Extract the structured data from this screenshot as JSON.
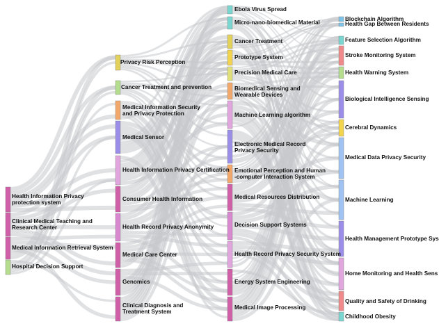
{
  "chart_data": {
    "type": "sankey",
    "columns": [
      [
        {
          "id": "c0n0",
          "label": "Health Information Privacy protection system",
          "color": "#d15fa8"
        },
        {
          "id": "c0n1",
          "label": "Clinical Medical Teaching and Research Center",
          "color": "#d15fa8"
        },
        {
          "id": "c0n2",
          "label": "Medical Information Retrieval System",
          "color": "#d15fa8"
        },
        {
          "id": "c0n3",
          "label": "Hospital Decision Support",
          "color": "#b5dd8e"
        }
      ],
      [
        {
          "id": "c1n0",
          "label": "Privacy Risk Perception",
          "color": "#e3d25a"
        },
        {
          "id": "c1n1",
          "label": "Cancer Treatment and prevention",
          "color": "#b5dd8e"
        },
        {
          "id": "c1n2",
          "label": "Medical Information Security and Privacy Protection",
          "color": "#f2a86a"
        },
        {
          "id": "c1n3",
          "label": "Medical Sensor",
          "color": "#9b8ee8"
        },
        {
          "id": "c1n4",
          "label": "Health Information Privacy Certification",
          "color": "#e1a6dd"
        },
        {
          "id": "c1n5",
          "label": "Consumer Health Information",
          "color": "#d15fa8"
        },
        {
          "id": "c1n6",
          "label": "Health Record Privacy Anonymity",
          "color": "#d987cf"
        },
        {
          "id": "c1n7",
          "label": "Medical Care Center",
          "color": "#d15fa8"
        },
        {
          "id": "c1n8",
          "label": "Genomics",
          "color": "#d15fa8"
        },
        {
          "id": "c1n9",
          "label": "Clinical Diagnosis and Treatment System",
          "color": "#d15fa8"
        }
      ],
      [
        {
          "id": "c2n0",
          "label": "Ebola Virus Spread",
          "color": "#7ad6d1"
        },
        {
          "id": "c2n1",
          "label": "Micro-nano-biomedical Material",
          "color": "#7ad6d1"
        },
        {
          "id": "c2n2",
          "label": "Cancer Treatment",
          "color": "#e3d25a"
        },
        {
          "id": "c2n3",
          "label": "Prototype System",
          "color": "#f2d44e"
        },
        {
          "id": "c2n4",
          "label": "Precision Medical Care",
          "color": "#e0e07a"
        },
        {
          "id": "c2n5",
          "label": "Biomedical Sensing and Wearable Devices",
          "color": "#f2a86a"
        },
        {
          "id": "c2n6",
          "label": "Machine Learning algorithm",
          "color": "#e1a6dd"
        },
        {
          "id": "c2n7",
          "label": "Electronic Medical Record Privacy Security",
          "color": "#9b8ee8"
        },
        {
          "id": "c2n8",
          "label": "Emotional Perception and Human -computer Interaction System",
          "color": "#f2a86a"
        },
        {
          "id": "c2n9",
          "label": "Medical Resources Distribution",
          "color": "#d15fa8"
        },
        {
          "id": "c2n10",
          "label": "Decision Support Systems",
          "color": "#d987cf"
        },
        {
          "id": "c2n11",
          "label": "Health Record Privacy Security System",
          "color": "#e1a6dd"
        },
        {
          "id": "c2n12",
          "label": "Energy System Engineering",
          "color": "#d15fa8"
        },
        {
          "id": "c2n13",
          "label": "Medical Image Processing",
          "color": "#d15fa8"
        }
      ],
      [
        {
          "id": "c3n0",
          "label": "Blockchain Algorithm",
          "color": "#7ec4e8"
        },
        {
          "id": "c3n1",
          "label": "Health Gap Between Residents",
          "color": "#7ec4e8"
        },
        {
          "id": "c3n2",
          "label": "Feature Selection Algorithm",
          "color": "#7ad6d1"
        },
        {
          "id": "c3n3",
          "label": "Stroke Monitoring System",
          "color": "#f08a8a"
        },
        {
          "id": "c3n4",
          "label": "Health Warning System",
          "color": "#b5dd8e"
        },
        {
          "id": "c3n5",
          "label": "Biological Intelligence Sensing",
          "color": "#9b8ee8"
        },
        {
          "id": "c3n6",
          "label": "Cerebral Dynamics",
          "color": "#f2d44e"
        },
        {
          "id": "c3n7",
          "label": "Medical Data Privacy Security",
          "color": "#9fc3f2"
        },
        {
          "id": "c3n8",
          "label": "Machine Learning",
          "color": "#9fc3f2"
        },
        {
          "id": "c3n9",
          "label": "Health Management Prototype Sys",
          "color": "#9b8ee8"
        },
        {
          "id": "c3n10",
          "label": "Home Monitoring and Health Sens",
          "color": "#e1a6dd"
        },
        {
          "id": "c3n11",
          "label": "Quality and Safety of Drinking",
          "color": "#f08a8a"
        },
        {
          "id": "c3n12",
          "label": "Childhood Obesity",
          "color": "#7ad6d1"
        }
      ]
    ]
  }
}
